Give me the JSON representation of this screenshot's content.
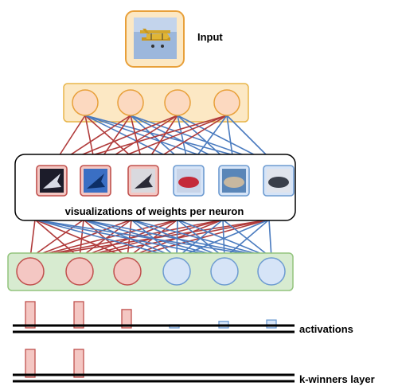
{
  "labels": {
    "input": "Input",
    "weights": "visualizations of weights per neuron",
    "activations": "activations",
    "kwinners": "k-winners layer"
  },
  "icons": {
    "input_image": "biplane-photo-icon",
    "weight_thumbnails": [
      "airplane-weight-icon",
      "airplane-weight-icon",
      "airplane-weight-icon",
      "car-weight-icon",
      "car-weight-icon",
      "car-weight-icon"
    ]
  },
  "network": {
    "hidden_neurons": 4,
    "output_neurons": 6,
    "output_groups": [
      "red",
      "red",
      "red",
      "blue",
      "blue",
      "blue"
    ]
  },
  "activations": [
    1.0,
    1.0,
    0.7,
    0.1,
    0.25,
    0.3
  ],
  "k_winners": [
    1.0,
    1.0,
    0,
    0,
    0,
    0
  ],
  "colors": {
    "yellow_box_fill": "#fce8c4",
    "yellow_box_stroke": "#e8b54a",
    "neuron_orange_fill": "#fcd9c0",
    "neuron_orange_stroke": "#e8a03a",
    "green_box_fill": "#d7ebd0",
    "green_box_stroke": "#93c47d",
    "red_fill": "#f4c7c3",
    "red_stroke": "#c0504d",
    "blue_fill": "#d6e4f7",
    "blue_stroke": "#6d9bd1",
    "edge_red": "#b03a3a",
    "edge_blue": "#4a7bbf"
  }
}
